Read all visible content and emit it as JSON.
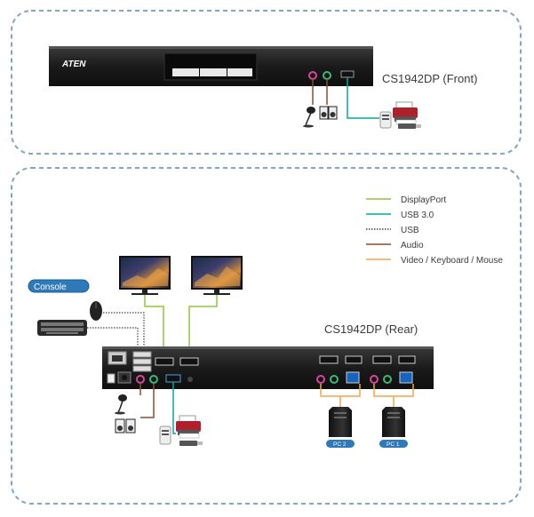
{
  "front": {
    "brand": "ATEN",
    "title": "CS1942DP (Front)"
  },
  "rear": {
    "title": "CS1942DP (Rear)",
    "pc_labels": [
      "PC 2",
      "PC 1"
    ]
  },
  "console_label": "Console",
  "legend": {
    "items": [
      {
        "label": "DisplayPort",
        "color": "#8dc63f"
      },
      {
        "label": "USB 3.0",
        "color": "#00a99d"
      },
      {
        "label": "USB",
        "color": "#444444",
        "style": "dotted"
      },
      {
        "label": "Audio",
        "color": "#8b4a2b"
      },
      {
        "label": "Video / Keyboard / Mouse",
        "color": "#f7a44a"
      }
    ]
  },
  "colors": {
    "dashed_border": "#7fa6c4",
    "device_body": "#1f1f1f",
    "console_badge": "#2e7ab8",
    "audio_pink": "#d9479a",
    "audio_green": "#3cb878"
  },
  "icons": [
    "microphone-icon",
    "speaker-icon",
    "keyboard-icon",
    "mouse-icon",
    "monitor-icon",
    "printer-icon",
    "usb-hub-icon",
    "pc-tower-icon"
  ]
}
